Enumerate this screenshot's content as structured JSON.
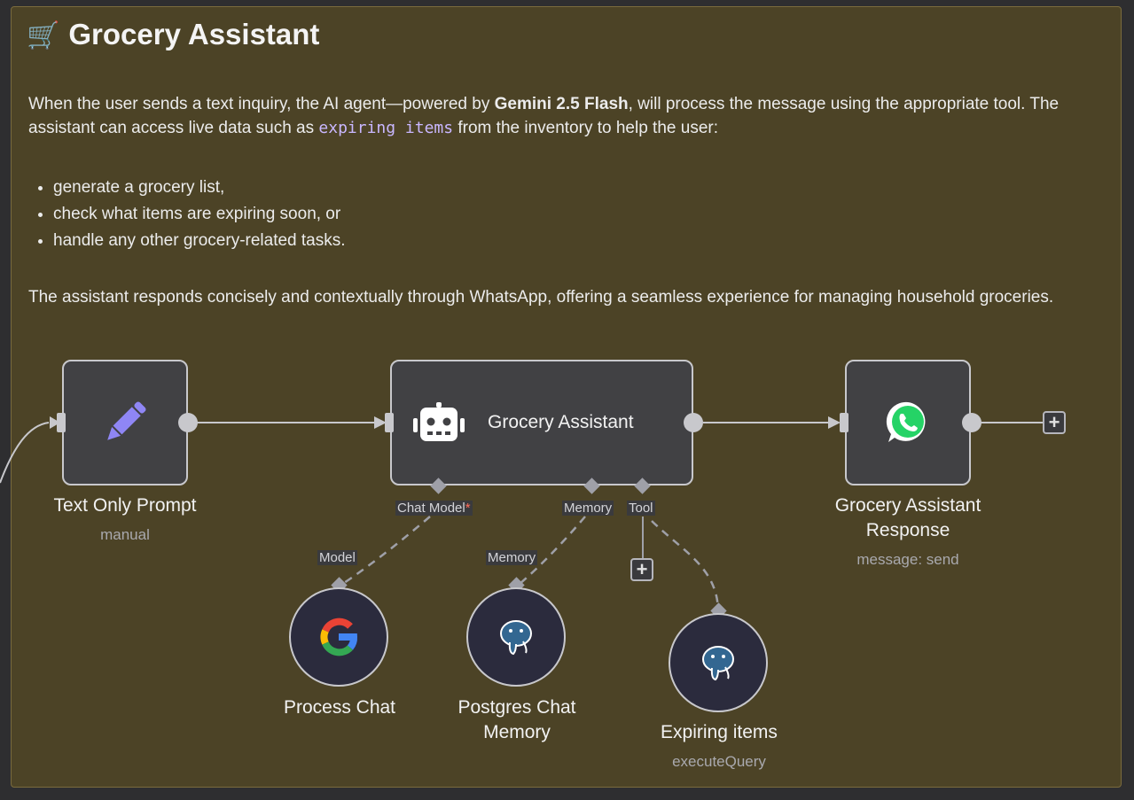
{
  "sticky_note": {
    "emoji": "🛒",
    "title": "Grocery Assistant",
    "intro_before_bold": "When the user sends a text inquiry, the AI agent—powered by ",
    "intro_bold": "Gemini 2.5 Flash",
    "intro_after_bold": ", will process the message using the appropriate tool. The assistant can access live data such as ",
    "intro_code": "expiring items",
    "intro_end": " from the inventory to help the user:",
    "bullets": [
      "generate a grocery list,",
      "check what items are expiring soon, or",
      "handle any other grocery-related tasks."
    ],
    "closing": "The assistant responds concisely and contextually through WhatsApp, offering a seamless experience for managing household groceries."
  },
  "nodes": {
    "text_prompt": {
      "title": "Text Only Prompt",
      "subtitle": "manual",
      "icon": "pencil-icon"
    },
    "agent": {
      "title": "Grocery Assistant",
      "icon": "robot-icon"
    },
    "response": {
      "title_line1": "Grocery Assistant",
      "title_line2": "Response",
      "subtitle": "message: send",
      "icon": "whatsapp-icon"
    },
    "process_chat": {
      "title": "Process Chat",
      "icon": "google-icon"
    },
    "postgres_memory": {
      "title_line1": "Postgres Chat",
      "title_line2": "Memory",
      "icon": "postgres-icon"
    },
    "expiring_items": {
      "title": "Expiring items",
      "subtitle": "executeQuery",
      "icon": "postgres-icon"
    }
  },
  "ports": {
    "chat_model": "Chat Model",
    "chat_model_required": "*",
    "memory": "Memory",
    "tool": "Tool",
    "model": "Model",
    "memory_in": "Memory"
  },
  "plus_symbol": "+",
  "colors": {
    "sticky_bg": "#4c4326",
    "canvas_bg": "#2e2e30",
    "node_bg": "#414144",
    "pencil": "#8f86f5",
    "whatsapp": "#25d366",
    "required": "#ff6d5a",
    "code": "#c9b7ff"
  }
}
